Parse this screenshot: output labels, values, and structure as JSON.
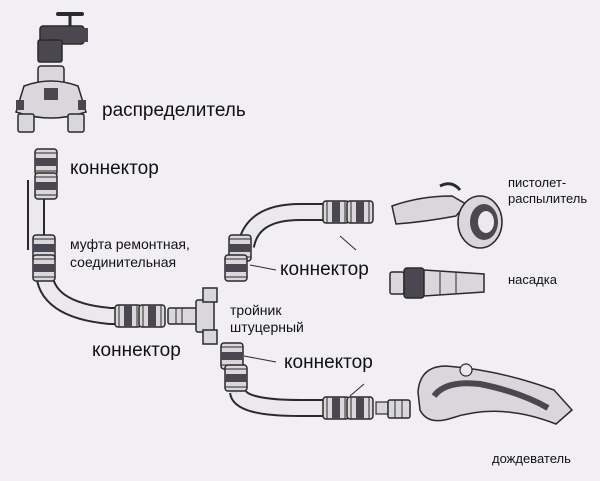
{
  "labels": {
    "distributor": "распределитель",
    "connector_top": "коннектор",
    "coupling_line1": "муфта ремонтная,",
    "coupling_line2": "соединительная",
    "connector_mid_left": "коннектор",
    "tee_line1": "тройник",
    "tee_line2": "штуцерный",
    "connector_right_top": "коннектор",
    "connector_right_bottom": "коннектор",
    "spray_gun_line1": "пистолет-",
    "spray_gun_line2": "распылитель",
    "nozzle": "насадка",
    "sprinkler": "дождеватель"
  },
  "colors": {
    "background": "#f1eff3",
    "line": "#2a2a2a",
    "part_fill": "#d9d6dc",
    "part_dark": "#4a4750",
    "hose_fill": "#ece9ee"
  },
  "icons": [
    "faucet-icon",
    "distributor-icon",
    "connector-icon",
    "hose-icon",
    "repair-coupling-icon",
    "tee-fitting-icon",
    "spray-gun-icon",
    "nozzle-icon",
    "sprinkler-icon",
    "threaded-adapter-icon"
  ]
}
